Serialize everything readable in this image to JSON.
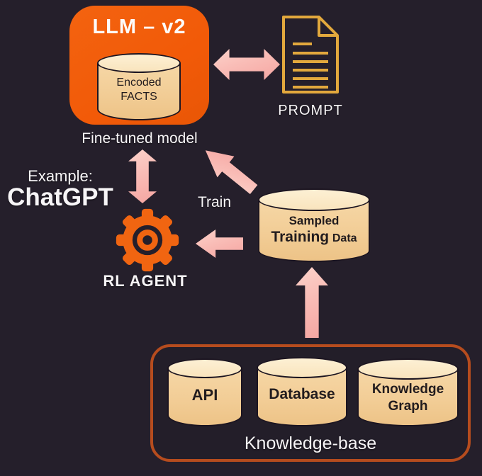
{
  "diagram_title": "LLM fine-tuning with RL agent and knowledge base",
  "colors": {
    "background": "#251f2b",
    "llm_box_orange": "#f25e0c",
    "gear_orange": "#f16511",
    "knowledge_base_border": "#b64c1e",
    "document_stroke": "#e2a83d",
    "arrow_pink": "#f8b6b0",
    "cylinder_body": "#f2cd96",
    "cylinder_top": "#f9e4bd",
    "text_light": "#f7f5f7",
    "text_dark": "#221c1e"
  },
  "llm_box": {
    "title": "LLM – v2",
    "cylinder": {
      "line1": "Encoded",
      "line2": "FACTS"
    },
    "caption": "Fine-tuned model"
  },
  "prompt": {
    "icon": "document-icon",
    "label": "PROMPT"
  },
  "example": {
    "prefix": "Example:",
    "name": "ChatGPT"
  },
  "rl_agent": {
    "icon": "gear-icon",
    "label": "RL AGENT"
  },
  "train_label": "Train",
  "training_data": {
    "line1": "Sampled",
    "line2_main": "Training",
    "line2_suffix": "Data"
  },
  "knowledge_base": {
    "caption": "Knowledge-base",
    "cylinders": [
      {
        "label": "API"
      },
      {
        "label": "Database"
      },
      {
        "label": "Knowledge Graph"
      }
    ]
  },
  "arrows": [
    {
      "name": "model-prompt-arrow",
      "type": "double-horizontal"
    },
    {
      "name": "model-agent-arrow",
      "type": "double-vertical"
    },
    {
      "name": "train-arrow",
      "type": "diagonal-up-left"
    },
    {
      "name": "data-to-agent-arrow",
      "type": "left"
    },
    {
      "name": "kb-to-data-arrow",
      "type": "up"
    }
  ]
}
